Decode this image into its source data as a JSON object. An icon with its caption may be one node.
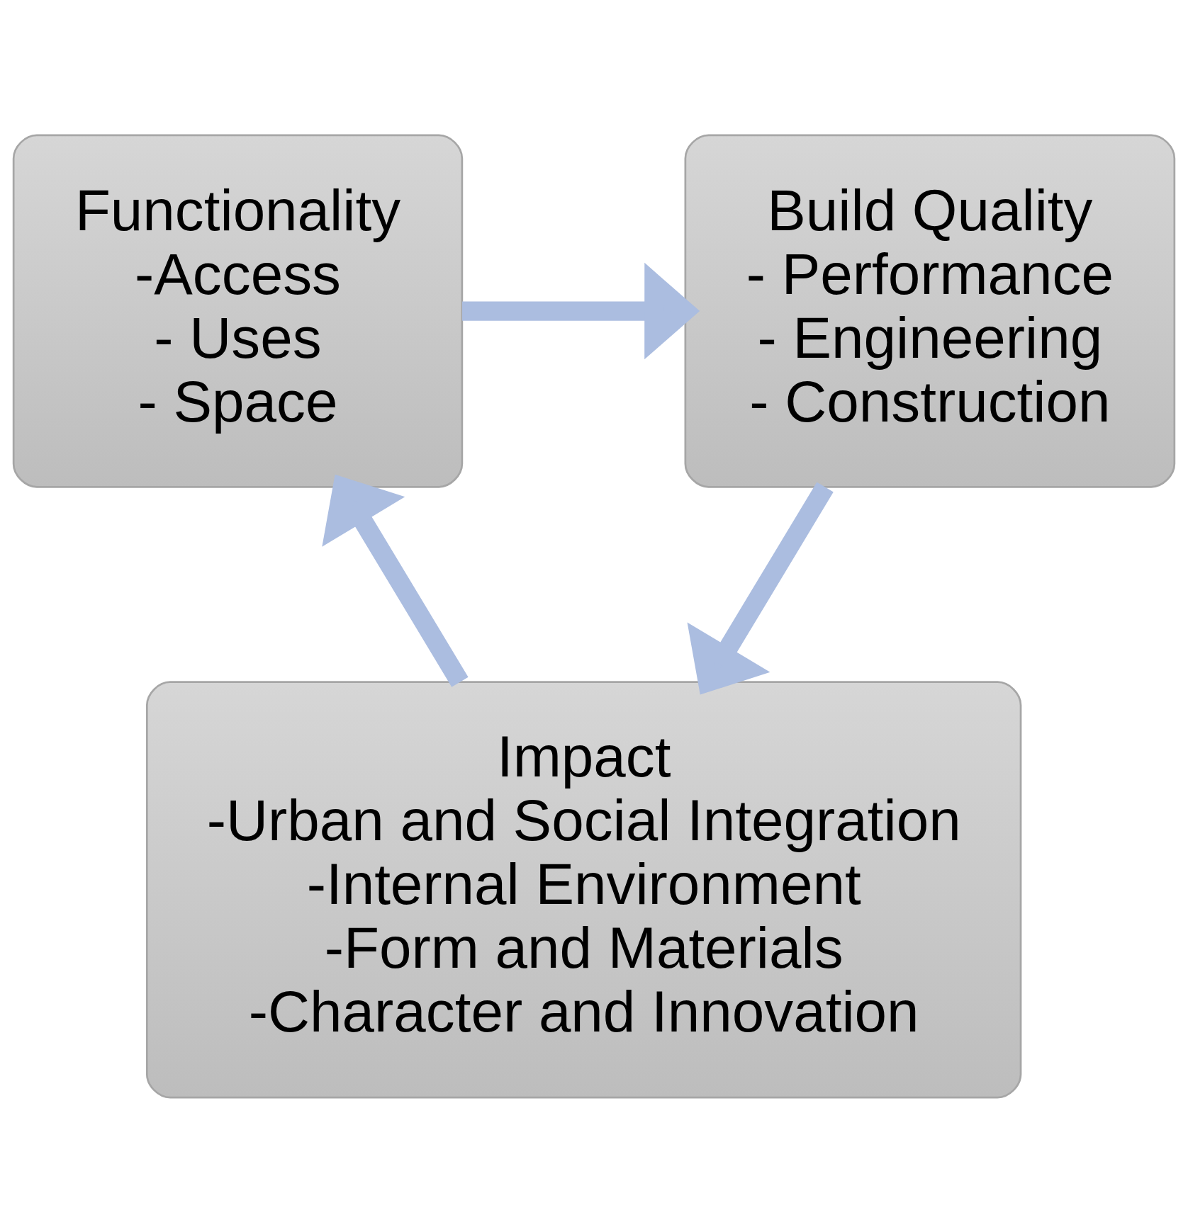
{
  "diagram": {
    "nodes": [
      {
        "text": [
          "Functionality",
          "-Access",
          "- Uses",
          "- Space"
        ]
      },
      {
        "text": [
          "Build Quality",
          "- Performance",
          "- Engineering",
          "- Construction"
        ]
      },
      {
        "text": [
          "Impact",
          "-Urban and Social Integration",
          "-Internal Environment",
          "-Form and Materials",
          "-Character and Innovation"
        ]
      }
    ],
    "edges": [
      {
        "from": 0,
        "to": 1,
        "arrow": "to"
      },
      {
        "from": 1,
        "to": 2,
        "arrow": "to"
      },
      {
        "from": 2,
        "to": 0,
        "arrow": "to"
      }
    ]
  }
}
